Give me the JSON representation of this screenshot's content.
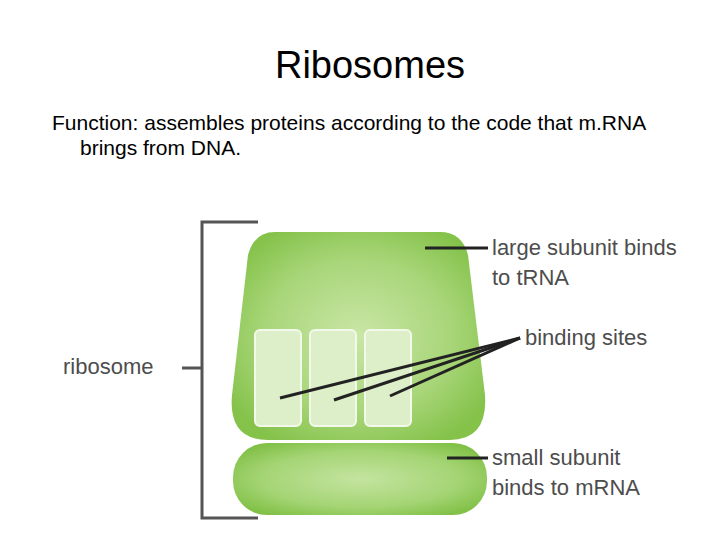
{
  "diagram": {
    "title": "Ribosomes",
    "labels": [
      "Function: assembles proteins according to the code that m.RNA brings from DNA.",
      "large subunit binds to tRNA",
      "binding sites",
      "ribosome",
      "small subunit binds to mRNA"
    ]
  }
}
